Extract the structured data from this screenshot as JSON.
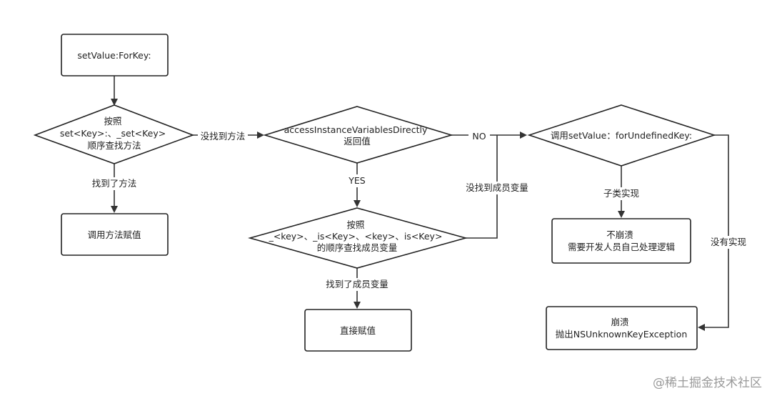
{
  "nodes": {
    "setvalue": [
      "setValue:ForKey:"
    ],
    "search_methods": [
      "按照",
      "set<Key>:、_set<Key>",
      "顺序查找方法"
    ],
    "call_method": [
      "调用方法赋值"
    ],
    "access_ivars": [
      "accessInstanceVariablesDirectly",
      "返回值"
    ],
    "search_ivars": [
      "按照",
      "_<key>、_is<Key>、<key>、is<Key>",
      "的顺序查找成员变量"
    ],
    "direct_assign": [
      "直接赋值"
    ],
    "undefined_key": [
      "调用setValue：forUndefinedKey:"
    ],
    "no_crash": [
      "不崩溃",
      "需要开发人员自己处理逻辑"
    ],
    "crash": [
      "崩溃",
      "抛出NSUnknownKeyException"
    ]
  },
  "edge_labels": {
    "found_method": "找到了方法",
    "method_not_found": "没找到方法",
    "yes": "YES",
    "no": "NO",
    "ivar_not_found": "没找到成员变量",
    "found_ivar": "找到了成员变量",
    "subclass_impl": "子类实现",
    "not_impl": "没有实现"
  },
  "watermark": "@稀土掘金技术社区"
}
